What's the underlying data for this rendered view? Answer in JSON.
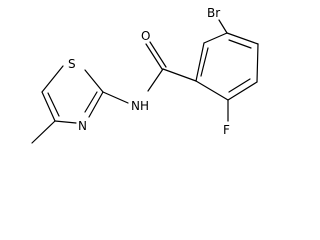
{
  "molecule": {
    "atoms": {
      "oxygen": "O",
      "bromine": "Br",
      "nitrogen_amide": "NH",
      "sulfur": "S",
      "nitrogen_ring": "N",
      "fluorine": "F"
    }
  },
  "colors": {
    "ink": "#000000",
    "background": "#ffffff"
  }
}
